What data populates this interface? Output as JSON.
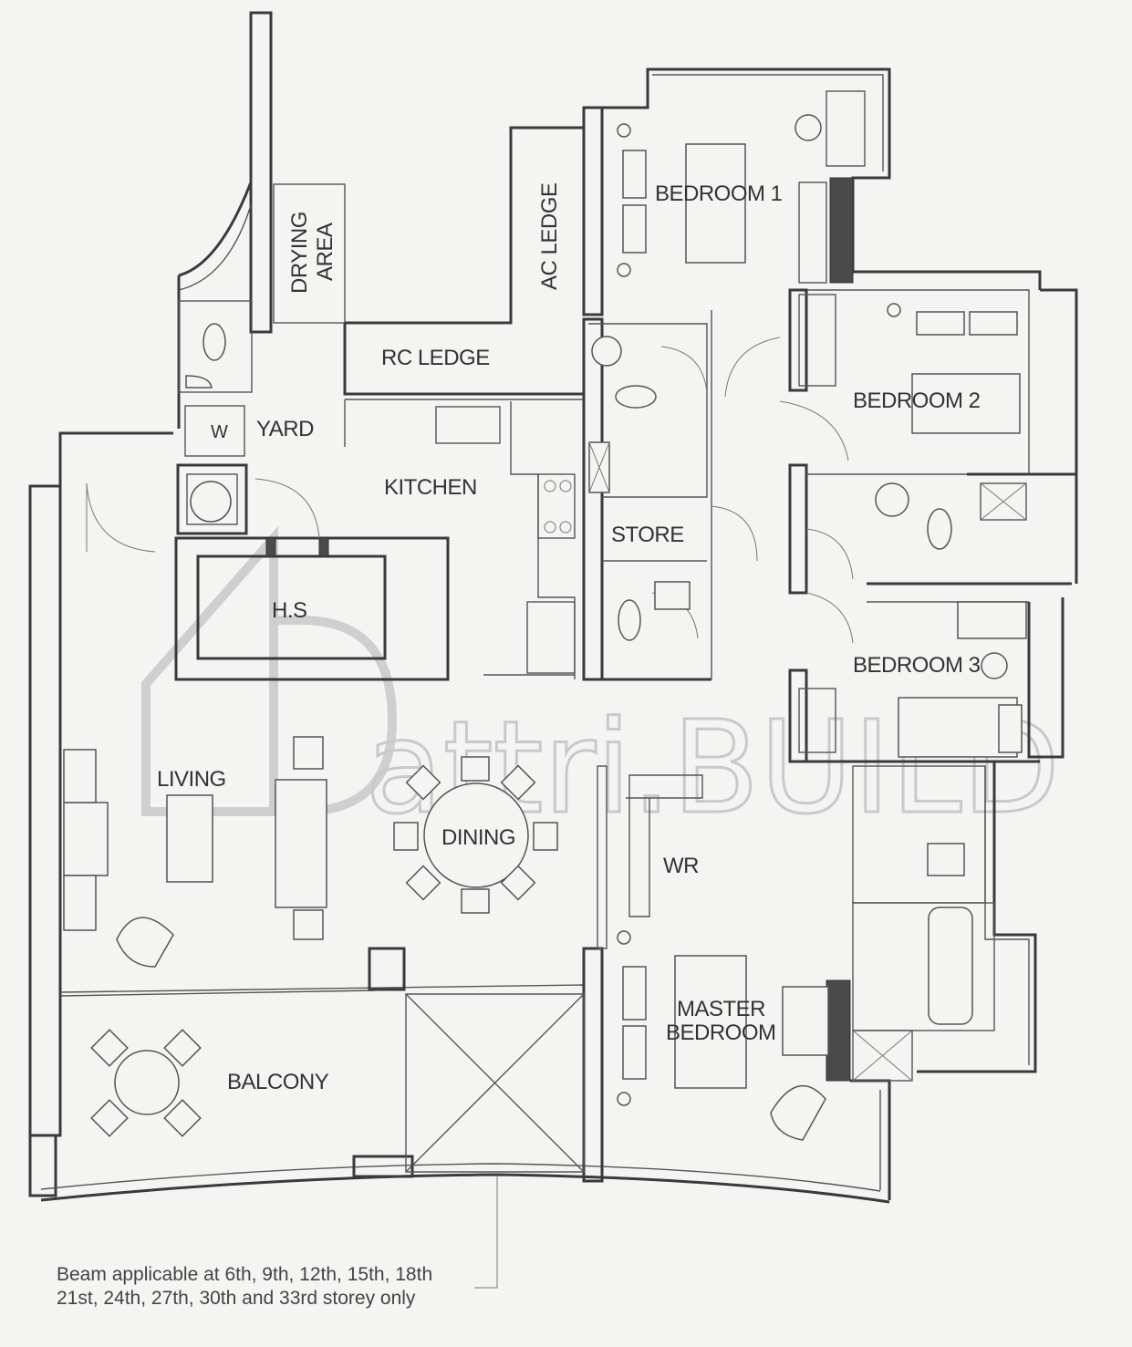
{
  "rooms": {
    "bedroom1": "BEDROOM 1",
    "bedroom2": "BEDROOM 2",
    "bedroom3": "BEDROOM 3",
    "master_bedroom_line1": "MASTER",
    "master_bedroom_line2": "BEDROOM",
    "drying_area_line1": "DRYING",
    "drying_area_line2": "AREA",
    "ac_ledge": "AC LEDGE",
    "rc_ledge": "RC LEDGE",
    "yard": "YARD",
    "kitchen": "KITCHEN",
    "store": "STORE",
    "hs": "H.S",
    "living": "LIVING",
    "dining": "DINING",
    "wr": "WR",
    "balcony": "BALCONY",
    "washer": "W"
  },
  "note": {
    "line1": "Beam applicable at 6th, 9th, 12th, 15th, 18th",
    "line2": "21st, 24th, 27th, 30th and 33rd storey only"
  },
  "watermark": "attri.BUILD"
}
